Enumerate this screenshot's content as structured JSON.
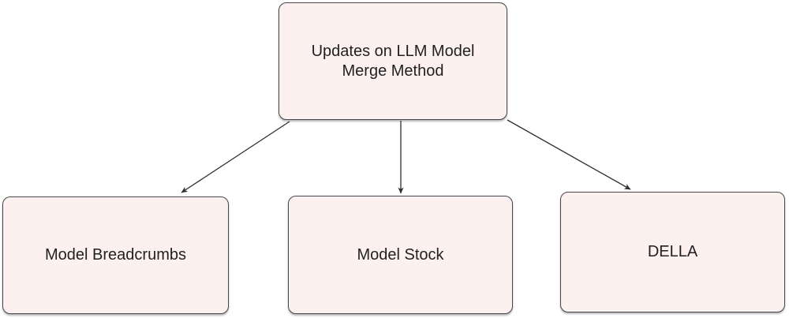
{
  "diagram": {
    "title_node": {
      "label": "Updates on LLM Model Merge Method"
    },
    "children": [
      {
        "label": "Model Breadcrumbs"
      },
      {
        "label": "Model Stock"
      },
      {
        "label": "DELLA"
      }
    ],
    "colors": {
      "node_fill": "#FCF1EF",
      "node_border": "#46474D",
      "arrow": "#2F2F33",
      "text": "#1F2023",
      "background": "#FFFFFF"
    }
  }
}
